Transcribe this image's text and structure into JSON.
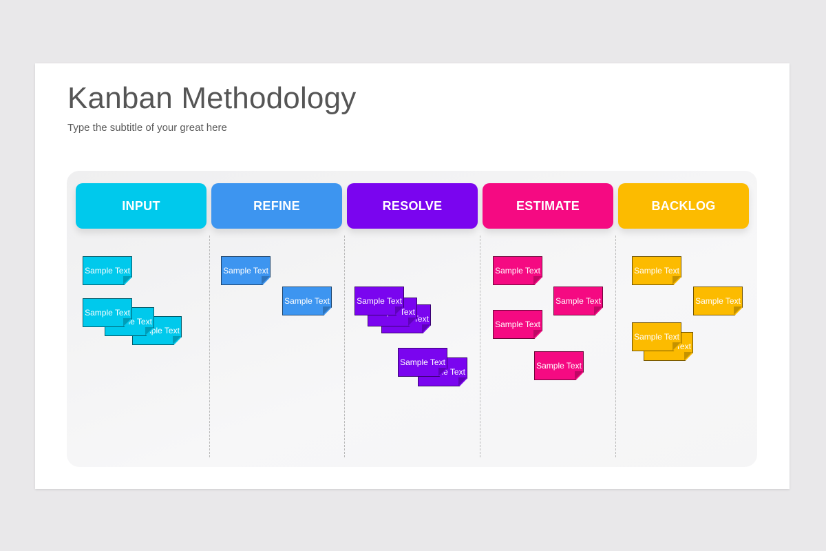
{
  "title": "Kanban Methodology",
  "subtitle": "Type the subtitle of your great here",
  "columns": [
    {
      "label": "INPUT",
      "color": "#00c9ec"
    },
    {
      "label": "REFINE",
      "color": "#3d95f0"
    },
    {
      "label": "RESOLVE",
      "color": "#7a05ef"
    },
    {
      "label": "ESTIMATE",
      "color": "#f50a82"
    },
    {
      "label": "BACKLOG",
      "color": "#fcbb00"
    }
  ],
  "note_text": "Sample Text"
}
